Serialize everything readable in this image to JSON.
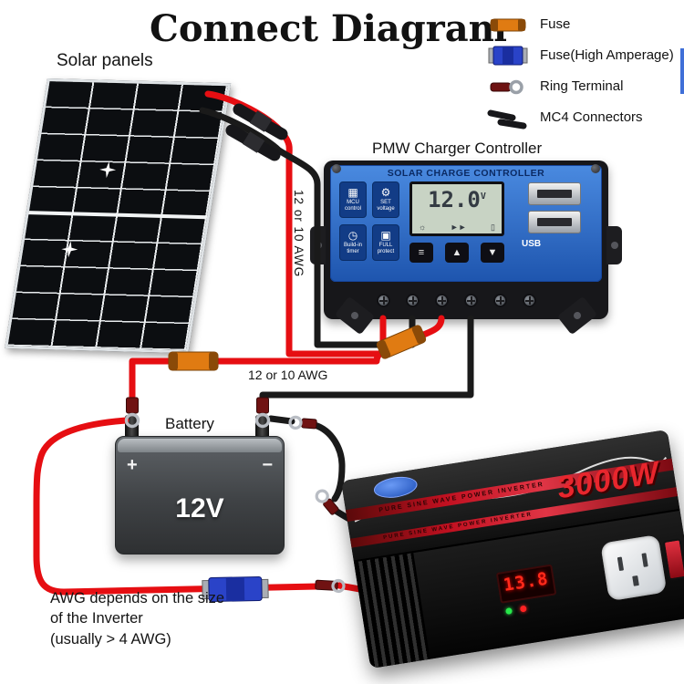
{
  "title": "Connect Diagram",
  "legend": {
    "items": [
      {
        "icon": "fuse-icon",
        "label": "Fuse"
      },
      {
        "icon": "fuse-high-amperage-icon",
        "label": "Fuse(High Amperage)"
      },
      {
        "icon": "ring-terminal-icon",
        "label": "Ring Terminal"
      },
      {
        "icon": "mc4-connectors-icon",
        "label": "MC4 Connectors"
      }
    ]
  },
  "solar": {
    "label": "Solar panels"
  },
  "controller": {
    "label": "PMW Charger Controller",
    "header": "SOLAR CHARGE CONTROLLER",
    "lcd": {
      "value": "12.0",
      "unit": "V",
      "sun_icon": "☼",
      "arrows_icon": "►►",
      "battery_icon": "▯"
    },
    "buttons": [
      {
        "icon": "chip-icon",
        "glyph": "▦",
        "label": "MCU control"
      },
      {
        "icon": "gear-icon",
        "glyph": "⚙",
        "label": "SET voltage"
      },
      {
        "icon": "timer-icon",
        "glyph": "◷",
        "label": "Build-in timer"
      },
      {
        "icon": "lock-icon",
        "glyph": "▣",
        "label": "FULL protect"
      }
    ],
    "nav": [
      {
        "icon": "menu-icon",
        "glyph": "≡"
      },
      {
        "icon": "up-icon",
        "glyph": "▲"
      },
      {
        "icon": "down-icon",
        "glyph": "▼"
      }
    ],
    "usb_label": "USB"
  },
  "battery": {
    "label": "Battery",
    "voltage": "12V",
    "plus": "+",
    "minus": "−"
  },
  "inverter": {
    "wattage": "3000W",
    "stripe_text": "PURE SINE WAVE POWER INVERTER",
    "display": "13.8"
  },
  "wiring": {
    "awg_vertical": "12 or 10 AWG",
    "awg_horizontal": "12 or 10 AWG",
    "note_line1": "AWG depends on the size",
    "note_line2": "of the Inverter",
    "note_line3": "(usually  > 4 AWG)"
  },
  "colors": {
    "wire_red": "#e60e12",
    "wire_black": "#1a1a1a",
    "fuse_orange": "#e07b12",
    "fuse_blue": "#2a43c8",
    "controller_blue": "#2e6fd0",
    "inverter_accent": "#e8262d"
  }
}
